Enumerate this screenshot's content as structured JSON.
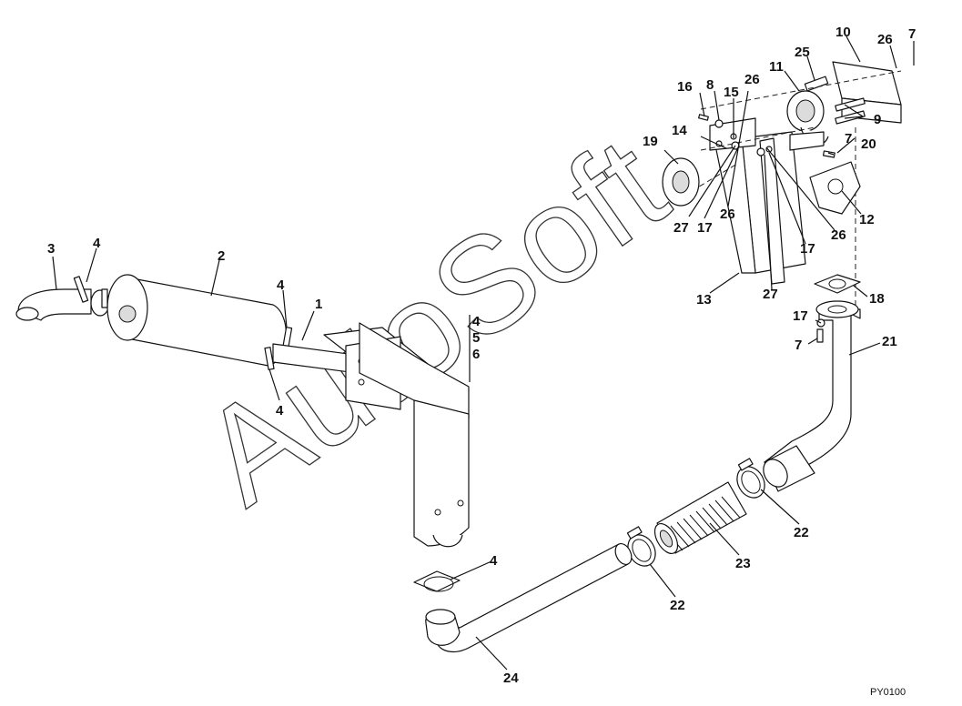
{
  "diagram": {
    "callouts": {
      "c1": "1",
      "c2": "2",
      "c3": "3",
      "c4a": "4",
      "c4b": "4",
      "c4c": "4",
      "c4d": "4",
      "c4e": "4",
      "c5": "5",
      "c6": "6",
      "c7a": "7",
      "c7b": "7",
      "c7c": "7",
      "c8": "8",
      "c9": "9",
      "c10": "10",
      "c11": "11",
      "c12": "12",
      "c13": "13",
      "c14": "14",
      "c15": "15",
      "c16": "16",
      "c17a": "17",
      "c17b": "17",
      "c17c": "17",
      "c18": "18",
      "c19": "19",
      "c20": "20",
      "c21": "21",
      "c22a": "22",
      "c22b": "22",
      "c23": "23",
      "c24": "24",
      "c25": "25",
      "c26a": "26",
      "c26b": "26",
      "c26c": "26",
      "c26d": "26",
      "c27a": "27",
      "c27b": "27"
    },
    "figure_code": "PY0100"
  },
  "watermark": {
    "text": "AutoSoft"
  },
  "colors": {
    "line": "#111111",
    "background": "#ffffff",
    "shade": "#dcdcdc"
  }
}
